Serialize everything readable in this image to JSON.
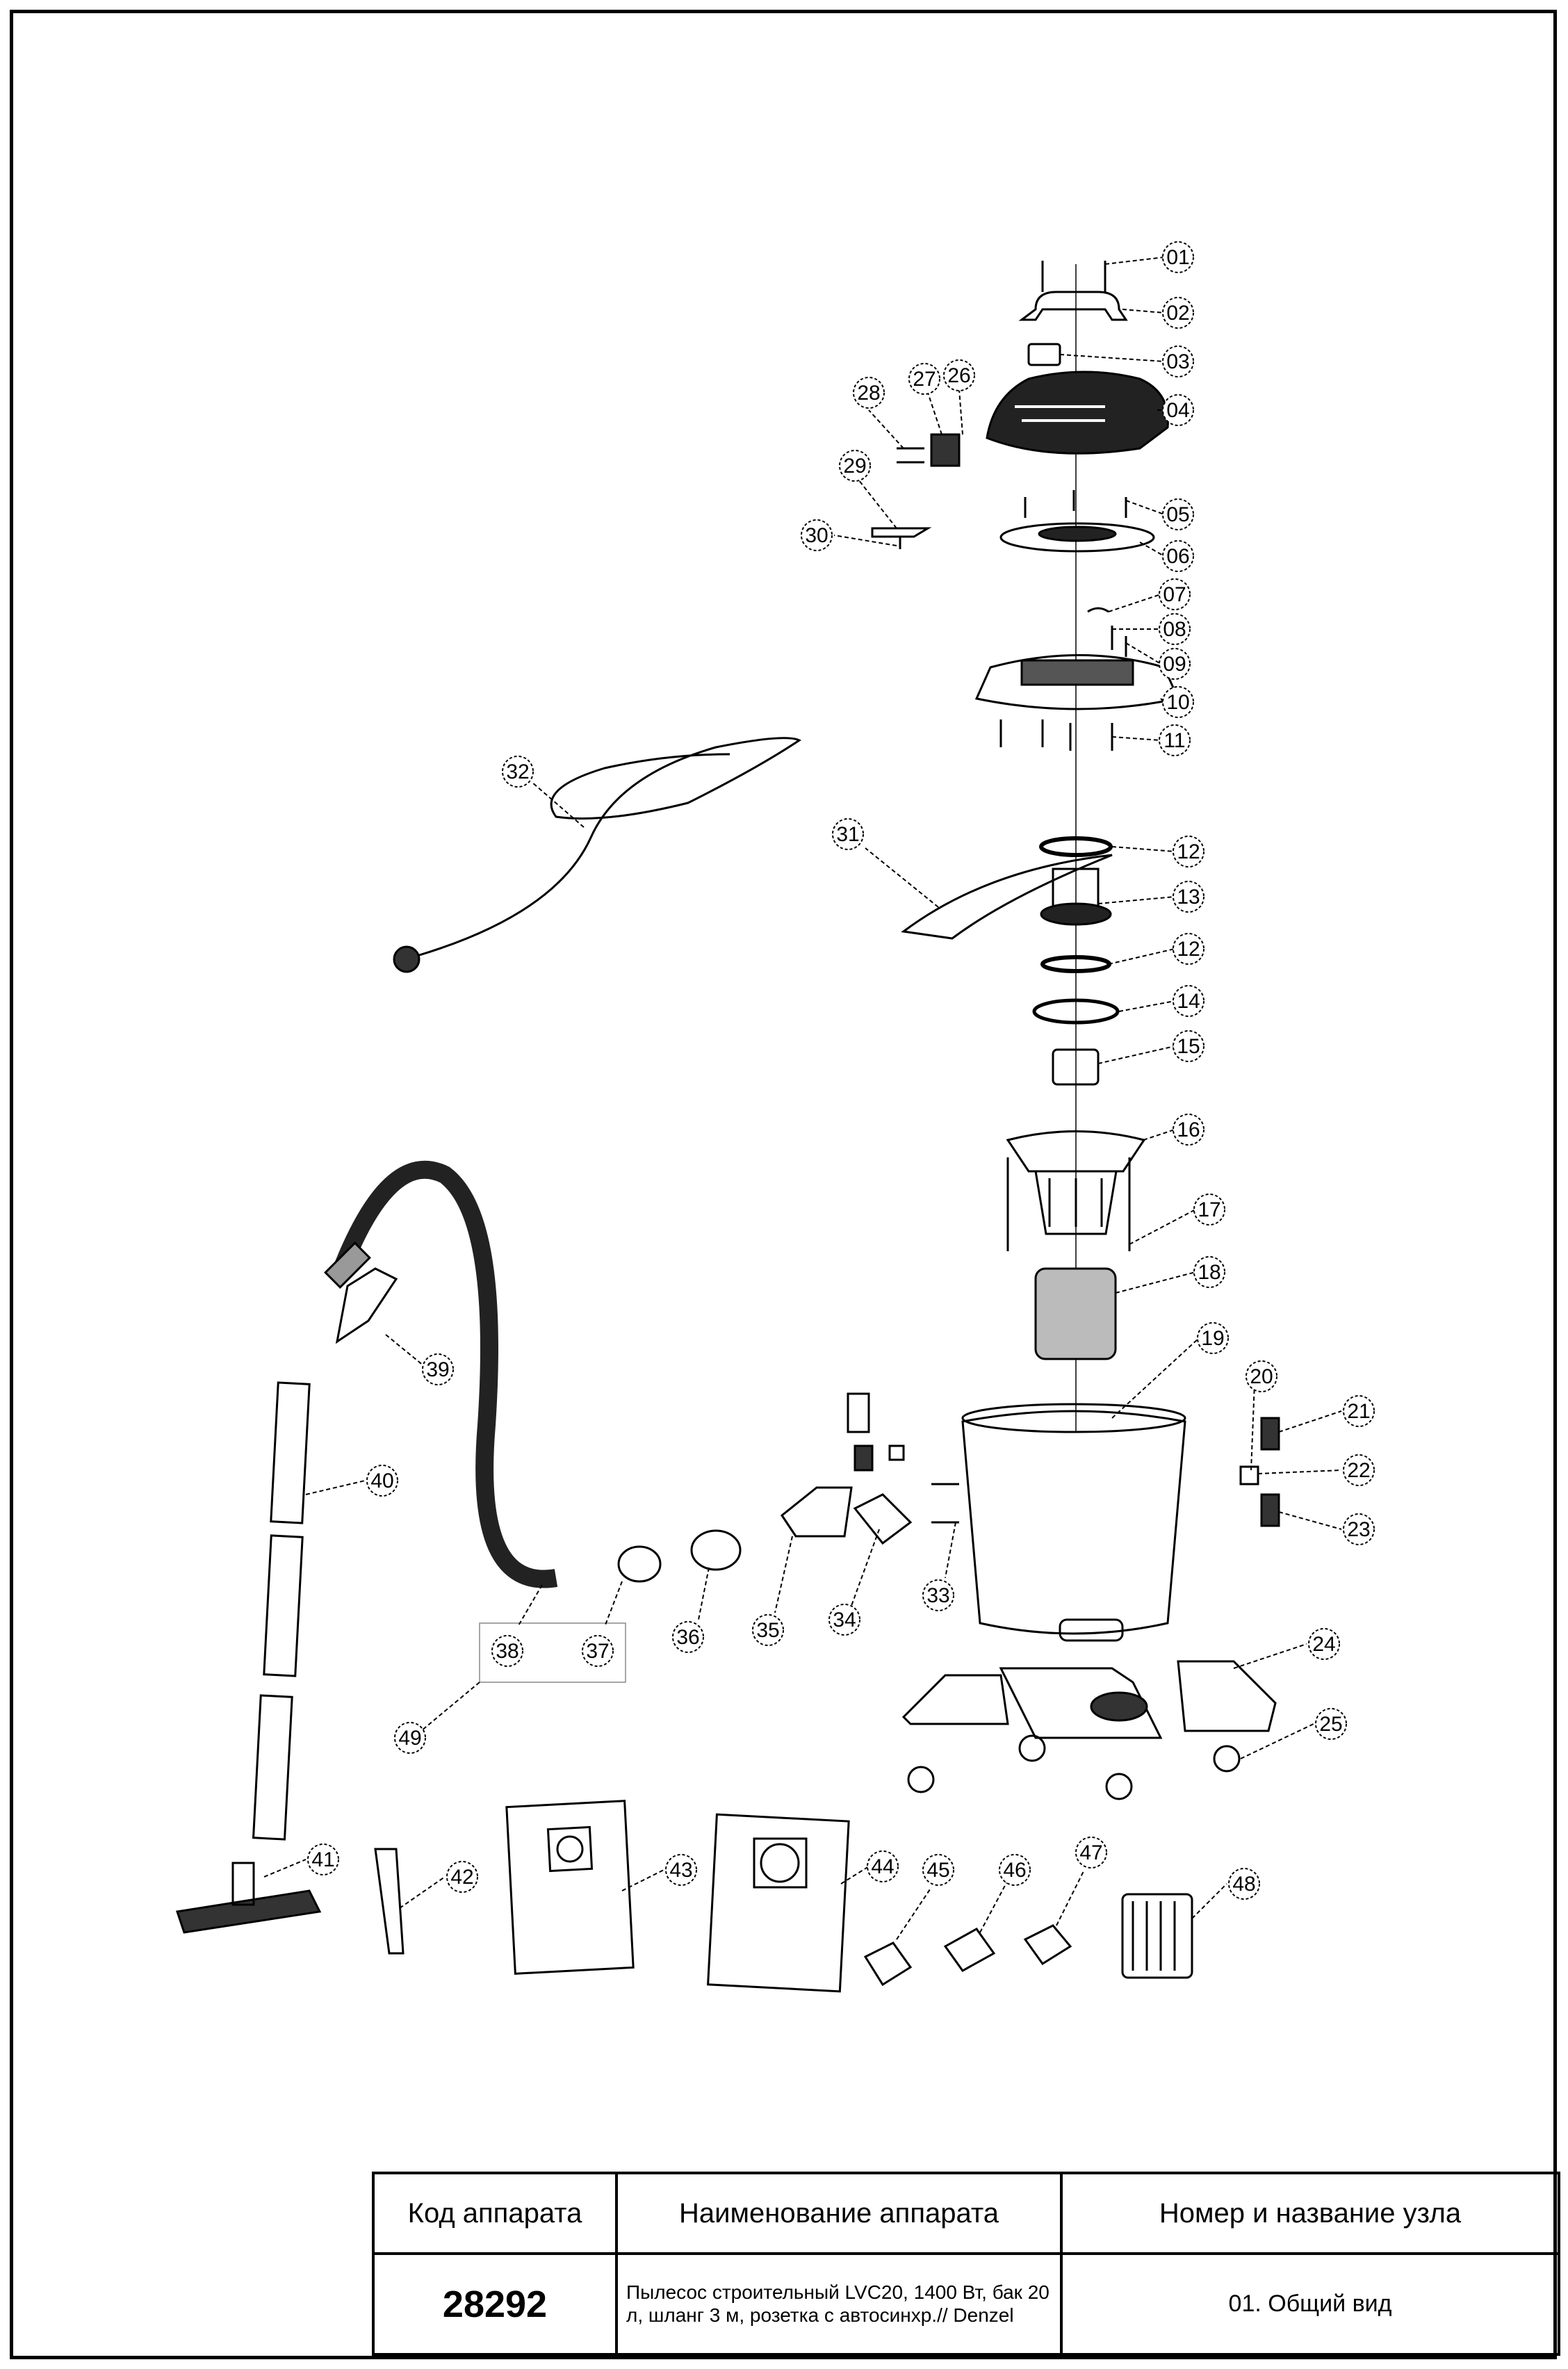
{
  "callouts": [
    "01",
    "02",
    "03",
    "04",
    "05",
    "06",
    "07",
    "08",
    "09",
    "10",
    "11",
    "12",
    "13",
    "12",
    "14",
    "15",
    "16",
    "17",
    "18",
    "19",
    "20",
    "21",
    "22",
    "23",
    "24",
    "25",
    "26",
    "27",
    "28",
    "29",
    "30",
    "31",
    "32",
    "33",
    "34",
    "35",
    "36",
    "37",
    "38",
    "39",
    "40",
    "41",
    "42",
    "43",
    "44",
    "45",
    "46",
    "47",
    "48",
    "49"
  ],
  "title_block": {
    "col_code_header": "Код аппарата",
    "col_name_header": "Наименование аппарата",
    "col_unit_header": "Номер и название узла",
    "code_value": "28292",
    "name_value": "Пылесос строительный LVC20, 1400 Вт, бак 20 л, шланг 3 м, розетка с автосинхр.// Denzel",
    "unit_value": "01. Общий вид"
  }
}
